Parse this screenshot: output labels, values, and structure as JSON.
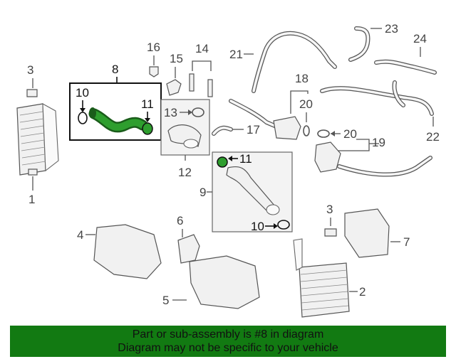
{
  "callouts": {
    "c1": "1",
    "c2": "2",
    "c3a": "3",
    "c3b": "3",
    "c4": "4",
    "c5": "5",
    "c6": "6",
    "c7": "7",
    "c8": "8",
    "c9": "9",
    "c10a": "10",
    "c10b": "10",
    "c11a": "11",
    "c11b": "11",
    "c12": "12",
    "c13": "13",
    "c14": "14",
    "c15": "15",
    "c16": "16",
    "c17": "17",
    "c18": "18",
    "c19": "19",
    "c20a": "20",
    "c20b": "20",
    "c21": "21",
    "c22": "22",
    "c23": "23",
    "c24": "24"
  },
  "highlight_color": "#1e8c1e",
  "banner": {
    "line1": "Part or sub-assembly is #8 in diagram",
    "line2": "Diagram may not be specific to your vehicle",
    "color": "#127a12"
  }
}
